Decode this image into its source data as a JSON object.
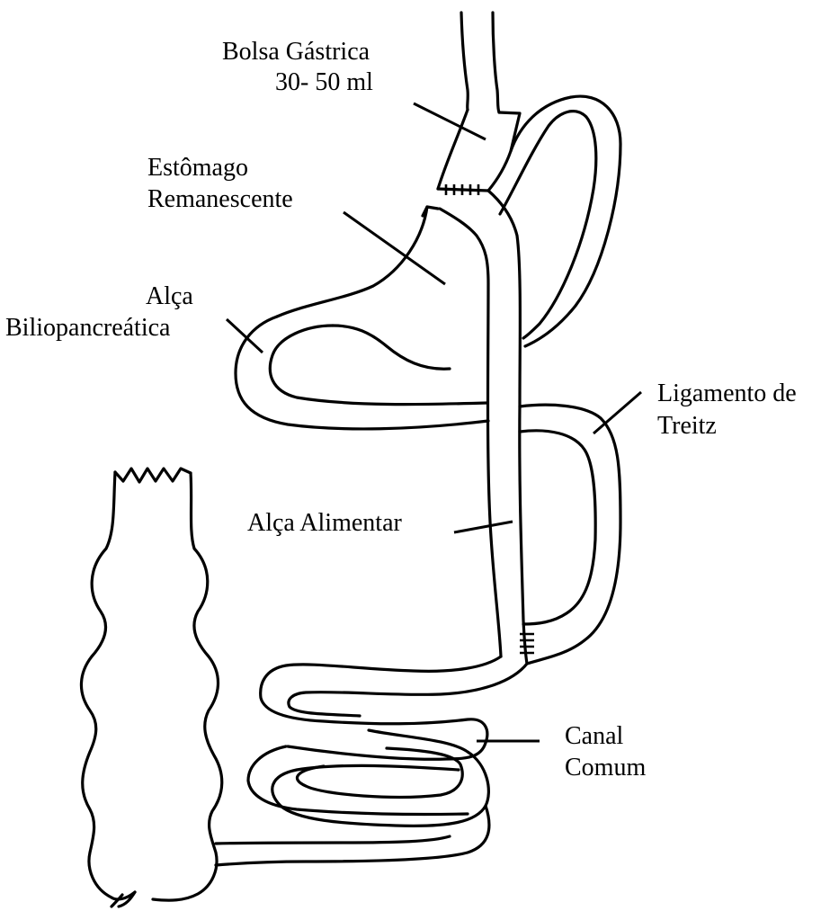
{
  "labels": {
    "bolsa_gastrica": {
      "line1": "Bolsa Gástrica",
      "line2": "30- 50 ml"
    },
    "estomago_remanescente": {
      "line1": "Estômago",
      "line2": "Remanescente"
    },
    "alca_biliopancreatica": {
      "line1": "Alça",
      "line2": "Biliopancreática"
    },
    "ligamento_treitz": {
      "line1": "Ligamento de",
      "line2": "Treitz"
    },
    "alca_alimentar": "Alça Alimentar",
    "canal_comum": {
      "line1": "Canal",
      "line2": "Comum"
    }
  }
}
